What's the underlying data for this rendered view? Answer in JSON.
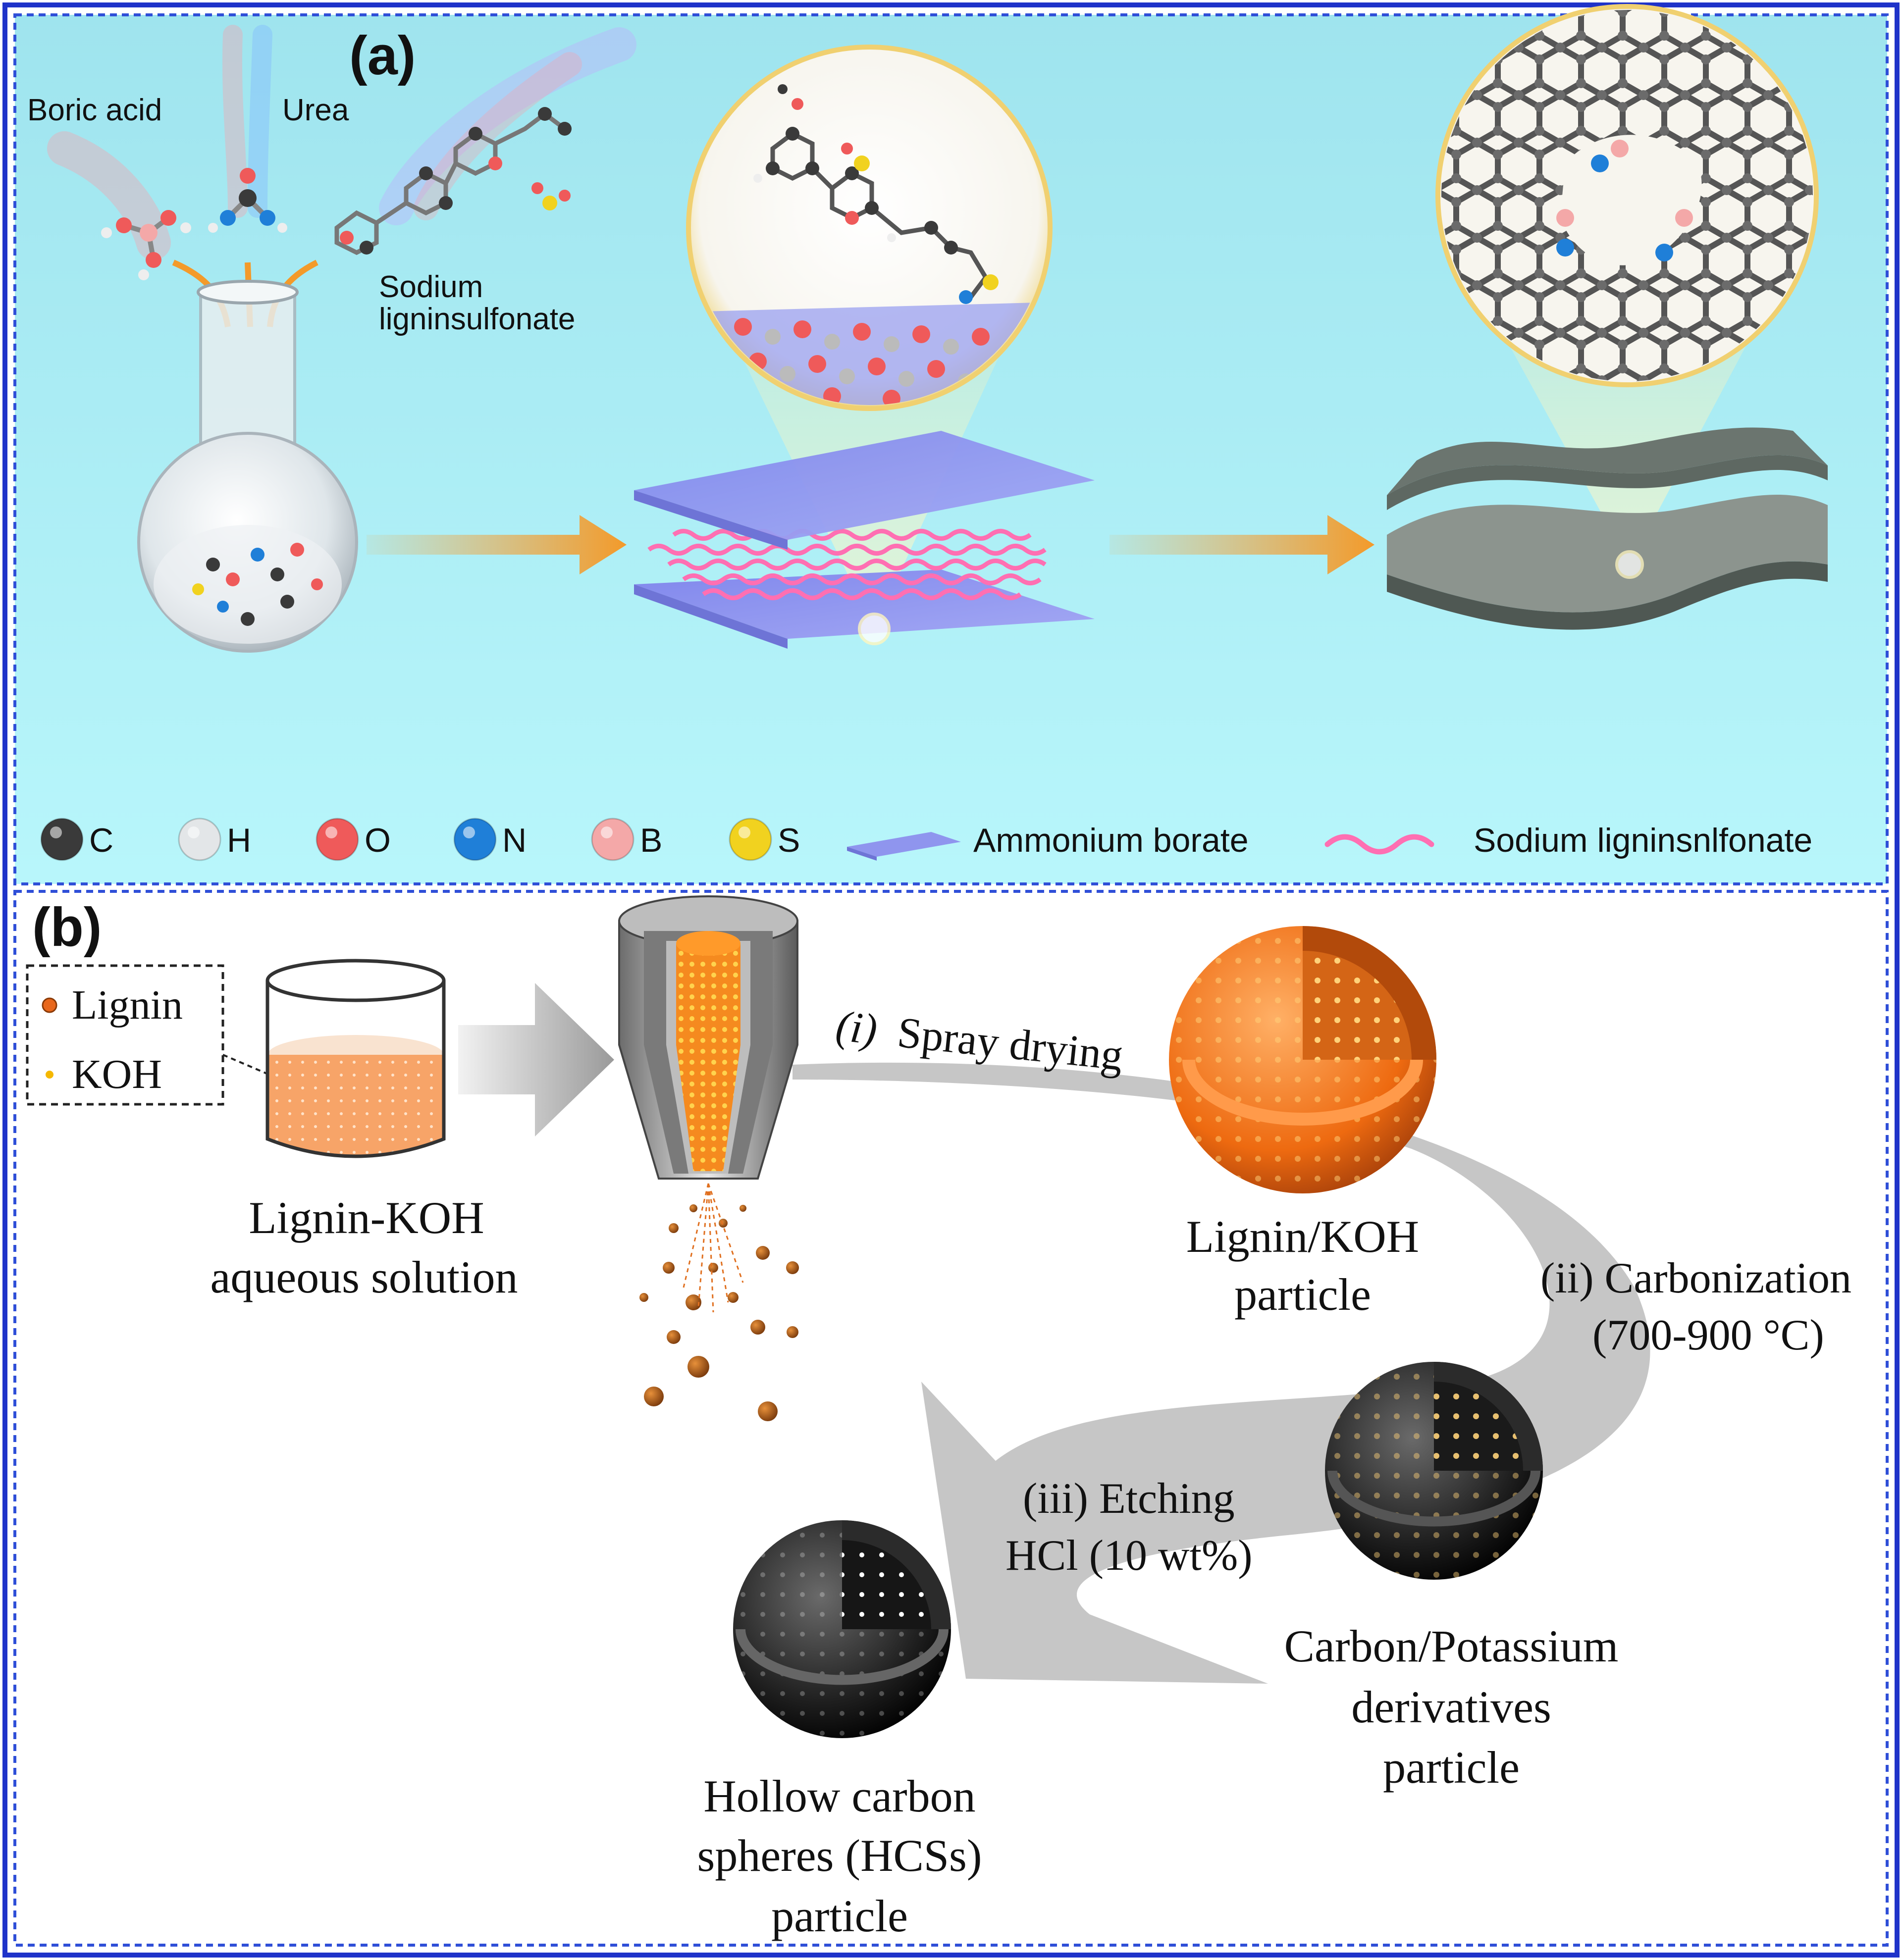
{
  "panel_a": {
    "tag": "(a)",
    "reagents": {
      "boric_acid": "Boric acid",
      "urea": "Urea",
      "sodium_line1": "Sodium",
      "sodium_line2": "ligninsulfonate"
    },
    "legend": {
      "items": [
        {
          "symbol": "C",
          "color": "#3a3a3a"
        },
        {
          "symbol": "H",
          "color": "#e3e6e8"
        },
        {
          "symbol": "O",
          "color": "#ef5a5a"
        },
        {
          "symbol": "N",
          "color": "#1f7fd8"
        },
        {
          "symbol": "B",
          "color": "#f4a8a8"
        },
        {
          "symbol": "S",
          "color": "#f1d21f"
        }
      ],
      "ammonium_borate": "Ammonium borate",
      "sodium_lignin": "Sodium ligninsnlfonate"
    },
    "colors": {
      "bg_top": "#9fe9ef",
      "bg_bottom": "#b7f5fb",
      "arrow": "#f3a33c",
      "sheet": "#8f95ee",
      "fiber": "#ff6fb2",
      "carbon_sheet": "#5c665f"
    }
  },
  "panel_b": {
    "tag": "(b)",
    "legend": {
      "lignin": "Lignin",
      "koh": "KOH"
    },
    "solution_line1": "Lignin-KOH",
    "solution_line2": "aqueous solution",
    "step1_prefix": "(i)",
    "step1_text": "Spray drying",
    "particle1_line1": "Lignin/KOH",
    "particle1_line2": "particle",
    "step2_line1": "(ii) Carbonization",
    "step2_line2": "(700-900 °C)",
    "particle2_line1": "Carbon/Potassium",
    "particle2_line2": "derivatives",
    "particle2_line3": "particle",
    "step3_line1": "(iii) Etching",
    "step3_line2": "HCl (10 wt%)",
    "particle3_line1": "Hollow carbon",
    "particle3_line2": "spheres (HCSs)",
    "particle3_line3": "particle",
    "colors": {
      "lignin": "#e8671c",
      "koh": "#f5b800",
      "solution": "#f7a468",
      "path": "#c8c8c8"
    }
  }
}
